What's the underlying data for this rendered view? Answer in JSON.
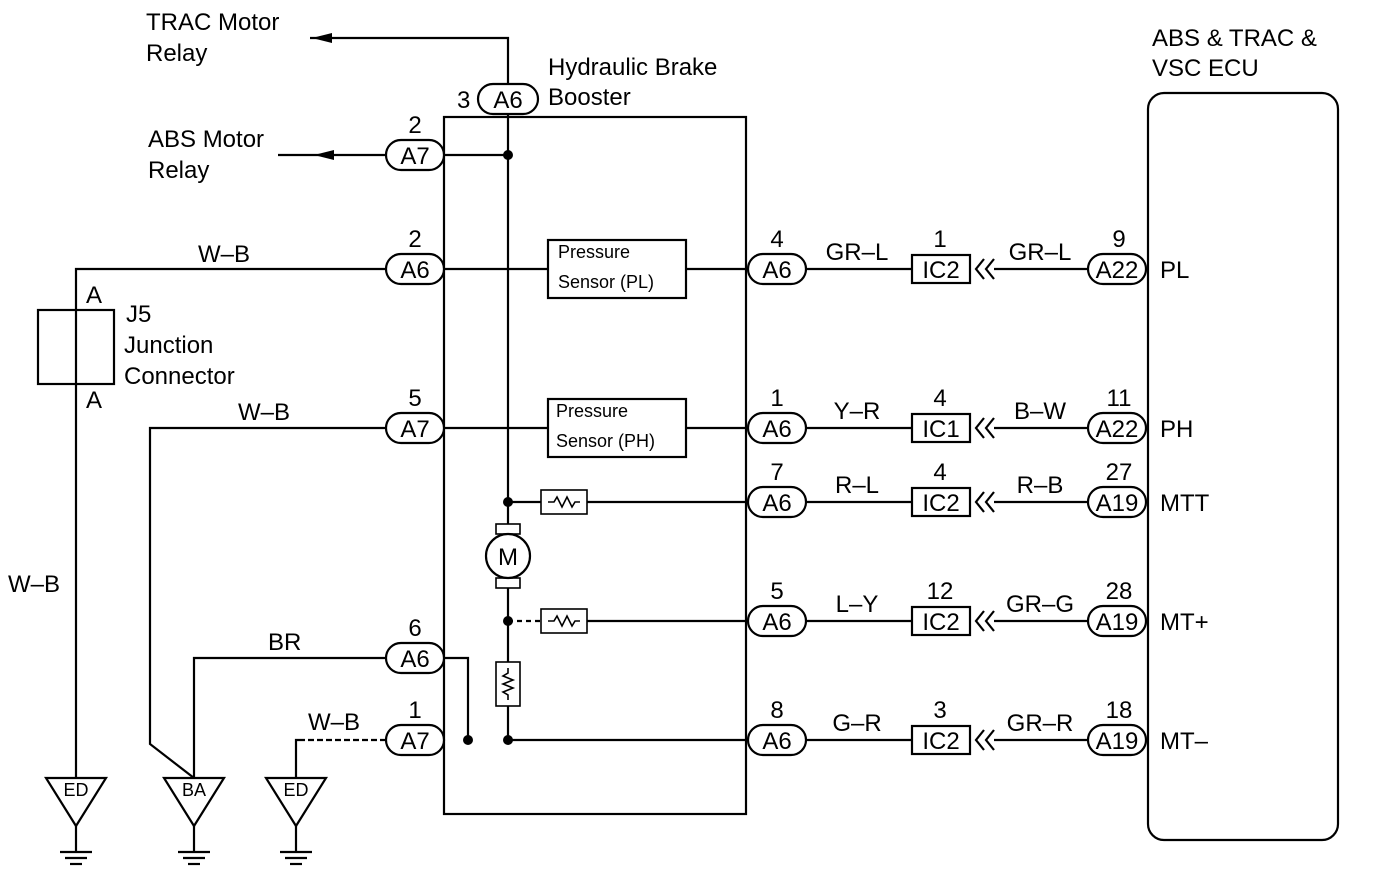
{
  "ecu": {
    "title_line1": "ABS & TRAC &",
    "title_line2": "VSC ECU"
  },
  "booster": {
    "label_line1": "Hydraulic Brake",
    "label_line2": "Booster"
  },
  "trac_relay": {
    "line1": "TRAC Motor",
    "line2": "Relay"
  },
  "abs_relay": {
    "line1": "ABS Motor",
    "line2": "Relay"
  },
  "junction": {
    "label_line1": "J5",
    "label_line2": "Junction",
    "label_line3": "Connector",
    "pin_top": "A",
    "pin_bottom": "A"
  },
  "motor": {
    "symbol": "M"
  },
  "sensors": {
    "pl_line1": "Pressure",
    "pl_line2": "Sensor (PL)",
    "ph_line1": "Pressure",
    "ph_line2": "Sensor (PH)"
  },
  "left_connectors": {
    "trac": {
      "pin": "3",
      "code": "A6"
    },
    "abs": {
      "pin": "2",
      "code": "A7"
    },
    "pl_feed": {
      "pin": "2",
      "code": "A6"
    },
    "ph_feed": {
      "pin": "5",
      "code": "A7"
    },
    "br": {
      "pin": "6",
      "code": "A6"
    },
    "gnd": {
      "pin": "1",
      "code": "A7"
    }
  },
  "left_wires": {
    "wb_top": "W–B",
    "wb_mid": "W–B",
    "wb_vertical": "W–B",
    "br": "BR",
    "wb_bottom": "W–B"
  },
  "grounds": [
    "ED",
    "BA",
    "ED"
  ],
  "signals": [
    {
      "hb_pin": "4",
      "hb_code": "A6",
      "wire1": "GR–L",
      "jc_pin": "1",
      "jc_code": "IC2",
      "wire2": "GR–L",
      "ecu_pin": "9",
      "ecu_code": "A22",
      "terminal": "PL"
    },
    {
      "hb_pin": "1",
      "hb_code": "A6",
      "wire1": "Y–R",
      "jc_pin": "4",
      "jc_code": "IC1",
      "wire2": "B–W",
      "ecu_pin": "11",
      "ecu_code": "A22",
      "terminal": "PH"
    },
    {
      "hb_pin": "7",
      "hb_code": "A6",
      "wire1": "R–L",
      "jc_pin": "4",
      "jc_code": "IC2",
      "wire2": "R–B",
      "ecu_pin": "27",
      "ecu_code": "A19",
      "terminal": "MTT"
    },
    {
      "hb_pin": "5",
      "hb_code": "A6",
      "wire1": "L–Y",
      "jc_pin": "12",
      "jc_code": "IC2",
      "wire2": "GR–G",
      "ecu_pin": "28",
      "ecu_code": "A19",
      "terminal": "MT+"
    },
    {
      "hb_pin": "8",
      "hb_code": "A6",
      "wire1": "G–R",
      "jc_pin": "3",
      "jc_code": "IC2",
      "wire2": "GR–R",
      "ecu_pin": "18",
      "ecu_code": "A19",
      "terminal": "MT–"
    }
  ]
}
